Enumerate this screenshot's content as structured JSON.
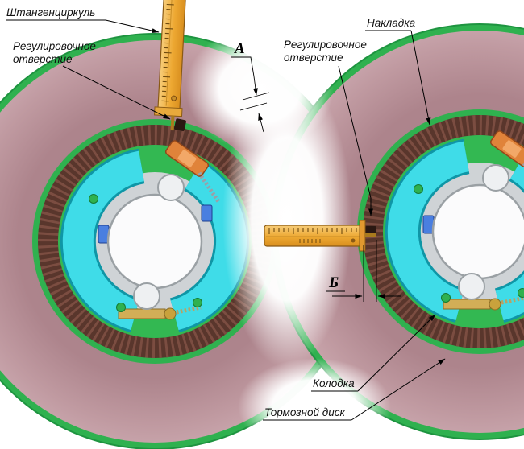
{
  "labels": {
    "caliper": "Штангенциркуль",
    "adjustment_hole_line1": "Регулировочное",
    "adjustment_hole_line2": "отверстие",
    "dim_a": "А",
    "lining": "Накладка",
    "dim_b": "Б",
    "shoe": "Колодка",
    "brake_disc": "Тормозной диск"
  },
  "colors": {
    "brake_disc_pink": "#b18f96",
    "backing_plate_green": "#2fb14f",
    "lining_dark_brown": "#59362c",
    "shoe_cyan": "#3fdce8",
    "caliper_orange": "#eda832",
    "background": "#ffffff"
  }
}
